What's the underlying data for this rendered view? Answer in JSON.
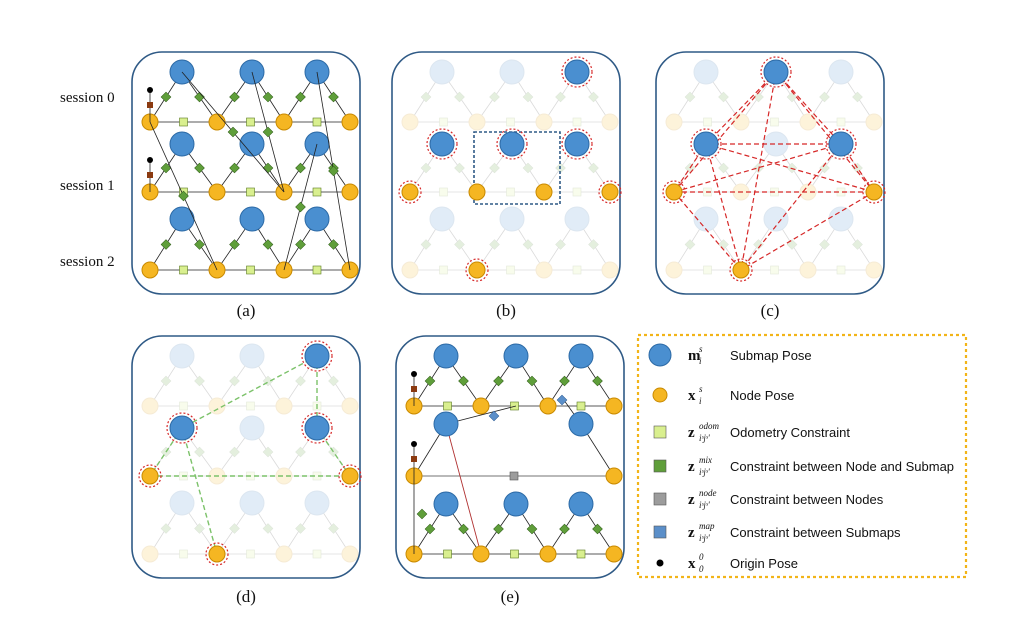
{
  "row_labels": [
    "session 0",
    "session 1",
    "session 2"
  ],
  "panel_captions": [
    "(a)",
    "(b)",
    "(c)",
    "(d)",
    "(e)"
  ],
  "legend": [
    {
      "symbol": "m",
      "sup": "s",
      "sub": "i",
      "label": "Submap Pose",
      "icon": "submap-pose-circle",
      "color": "#4a8fd0"
    },
    {
      "symbol": "x",
      "sup": "s",
      "sub": "i",
      "label": "Node Pose",
      "icon": "node-pose-circle",
      "color": "#f5b622"
    },
    {
      "symbol": "z",
      "sup": "odom",
      "sub": "iˢjˢ'",
      "label": "Odometry Constraint",
      "icon": "odometry-square",
      "color": "#d9ef8f"
    },
    {
      "symbol": "z",
      "sup": "mix",
      "sub": "iˢjˢ'",
      "label": "Constraint between Node and Submap",
      "icon": "mix-square",
      "color": "#5f9e3a"
    },
    {
      "symbol": "z",
      "sup": "node",
      "sub": "iˢjˢ'",
      "label": "Constraint between Nodes",
      "icon": "node-square",
      "color": "#9c9c9c"
    },
    {
      "symbol": "z",
      "sup": "map",
      "sub": "iˢjˢ'",
      "label": "Constraint between Submaps",
      "icon": "map-square",
      "color": "#5b8fc9"
    },
    {
      "symbol": "x",
      "sup": "0",
      "sub": "0",
      "label": "Origin Pose",
      "icon": "origin-dot",
      "color": "#000000"
    }
  ],
  "colors": {
    "submap": "#4a8fd0",
    "node": "#f5b622",
    "odom": "#d9ef8f",
    "mix": "#5f9e3a",
    "nodec": "#9c9c9c",
    "map": "#5b8fc9",
    "loop": "#d62828",
    "panel_border": "#2f5a86",
    "legend_border": "#f2b418"
  }
}
